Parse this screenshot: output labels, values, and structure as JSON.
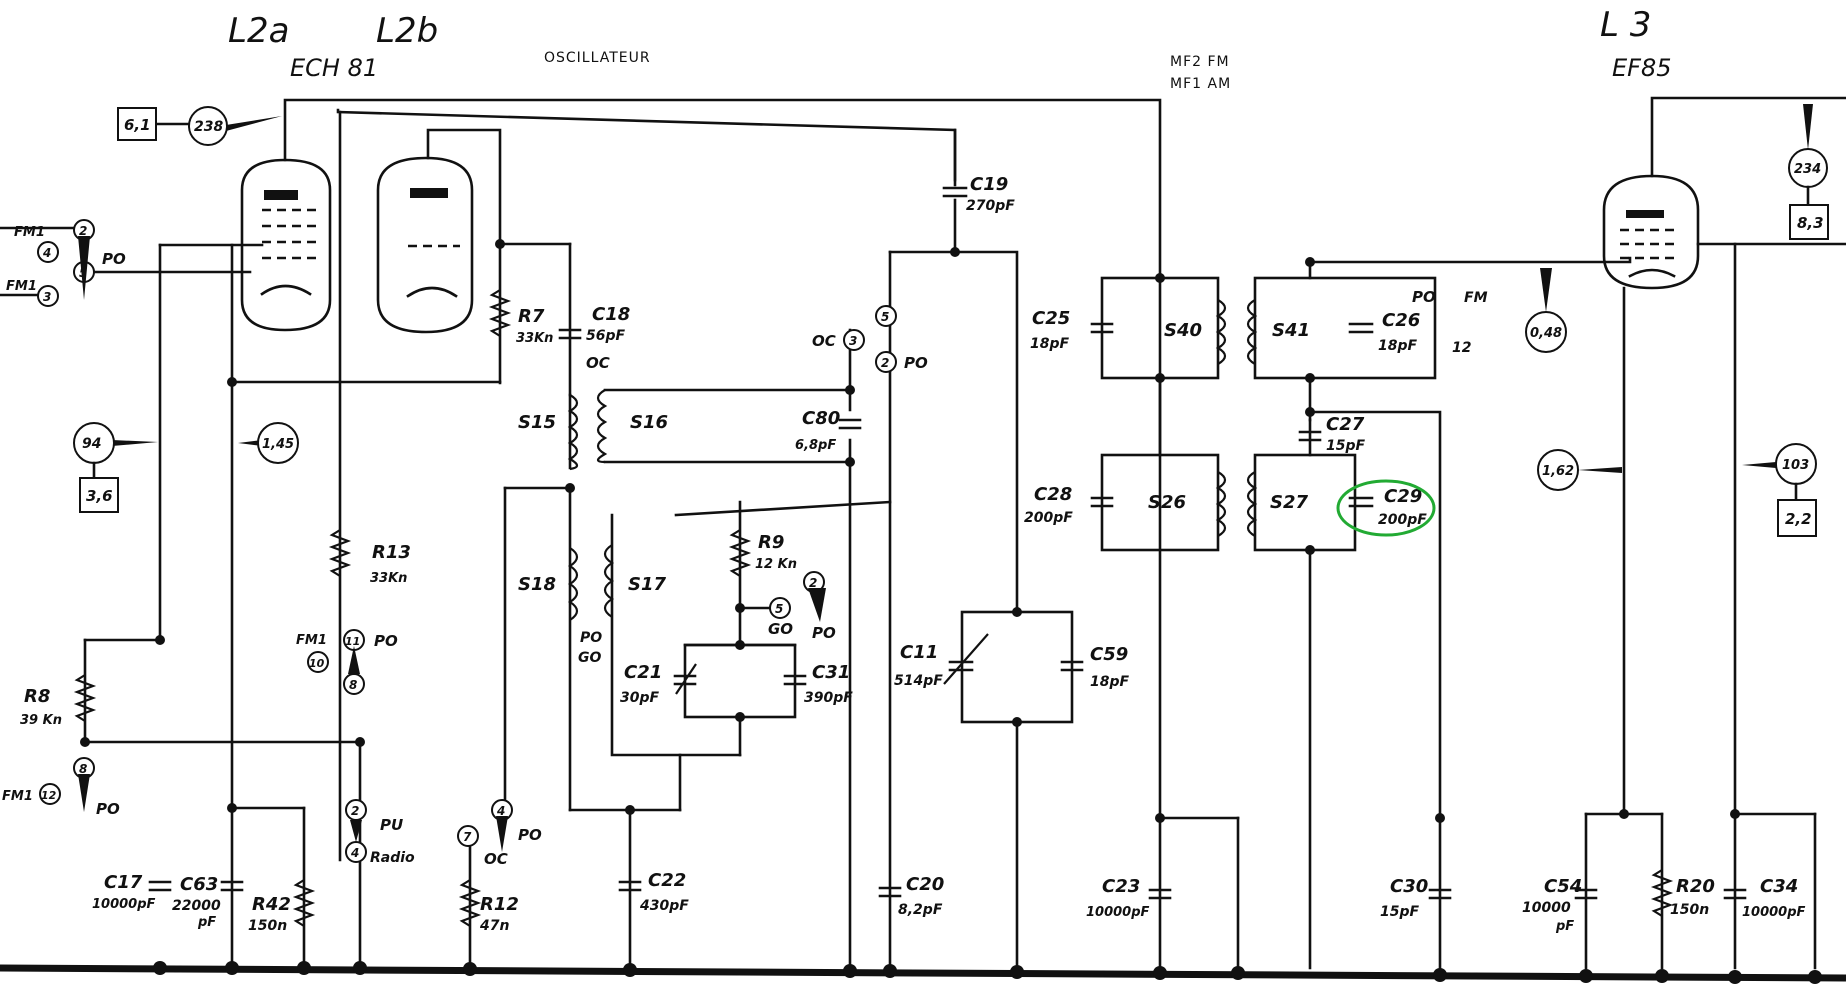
{
  "tubes": {
    "l2a": "L2a",
    "l2b": "L2b",
    "l2_type": "ECH 81",
    "l3": "L 3",
    "l3_type": "EF85",
    "oscillateur": "OSCILLATEUR",
    "mf2": "MF2  FM",
    "mf1": "MF1  AM"
  },
  "components": {
    "c19": "C19",
    "c19_v": "270pF",
    "c18": "C18",
    "c18_v": "56pF",
    "c18_oc": "OC",
    "r7": "R7",
    "r7_v": "33Kn",
    "c80": "C80",
    "c80_v": "6,8pF",
    "r13": "R13",
    "r13_v": "33Kn",
    "r8": "R8",
    "r8_v": "39 Kn",
    "r9": "R9",
    "r9_v": "12 Kn",
    "c21": "C21",
    "c21_v": "30pF",
    "c31": "C31",
    "c31_v": "390pF",
    "c11": "C11",
    "c11_v": "514pF",
    "c59": "C59",
    "c59_v": "18pF",
    "c25": "C25",
    "c25_v": "18pF",
    "c26": "C26",
    "c26_v": "18pF",
    "c27": "C27",
    "c27_v": "15pF",
    "c28": "C28",
    "c28_v": "200pF",
    "c29": "C29",
    "c29_v": "200pF",
    "s15": "S15",
    "s16": "S16",
    "s17": "S17",
    "s18": "S18",
    "s26": "S26",
    "s27": "S27",
    "s40": "S40",
    "s41": "S41",
    "c17": "C17",
    "c17_v": "10000pF",
    "c63": "C63",
    "c63_v1": "22000",
    "c63_v2": "pF",
    "r42": "R42",
    "r42_v": "150n",
    "r12": "R12",
    "r12_v": "47n",
    "c22": "C22",
    "c22_v": "430pF",
    "c20": "C20",
    "c20_v": "8,2pF",
    "c23": "C23",
    "c23_v": "10000pF",
    "c30": "C30",
    "c30_v": "15pF",
    "c54": "C54",
    "c54_v1": "10000",
    "c54_v2": "pF",
    "r20": "R20",
    "r20_v": "150n",
    "c34": "C34",
    "c34_v": "10000pF"
  },
  "measurements": {
    "m238": "238",
    "b61": "6,1",
    "m94": "94",
    "b36": "3,6",
    "m145": "1,45",
    "m234": "234",
    "b83": "8,3",
    "m048": "0,48",
    "m162": "1,62",
    "m103": "103",
    "b22": "2,2"
  },
  "switch_labels": {
    "fm1": "FM1",
    "po": "PO",
    "oc": "OC",
    "go": "GO",
    "pu": "PU",
    "radio": "Radio",
    "fm": "FM",
    "n2": "2",
    "n3": "3",
    "n4": "4",
    "n5": "5",
    "n7": "7",
    "n8": "8",
    "n10": "10",
    "n11": "11",
    "n12": "12"
  },
  "highlight": {
    "color": "#22aa33",
    "target": "C29"
  }
}
